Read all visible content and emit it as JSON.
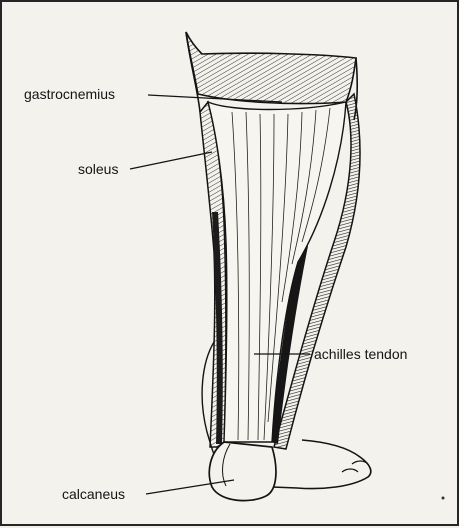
{
  "labels": {
    "gastrocnemius": "gastrocnemius",
    "soleus": "soleus",
    "achilles_tendon": "achilles tendon",
    "calcaneus": "calcaneus"
  },
  "colors": {
    "ink": "#141414",
    "paper": "#f4f2ec",
    "border": "#262626"
  }
}
